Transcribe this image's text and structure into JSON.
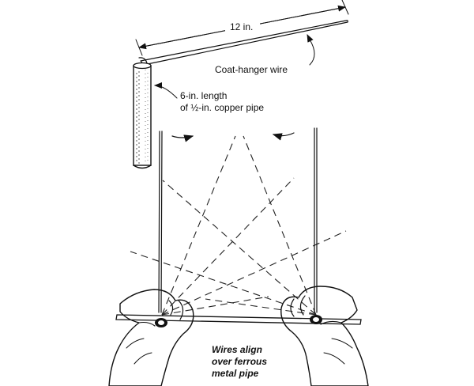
{
  "labels": {
    "dimension": "12 in.",
    "wire": "Coat-hanger wire",
    "pipe_line1": "6-in. length",
    "pipe_line2": "of ½-in. copper pipe",
    "bottom_line1": "Wires align",
    "bottom_line2": "over ferrous",
    "bottom_line3": "metal pipe"
  },
  "colors": {
    "ink": "#111111",
    "paper": "#ffffff"
  }
}
